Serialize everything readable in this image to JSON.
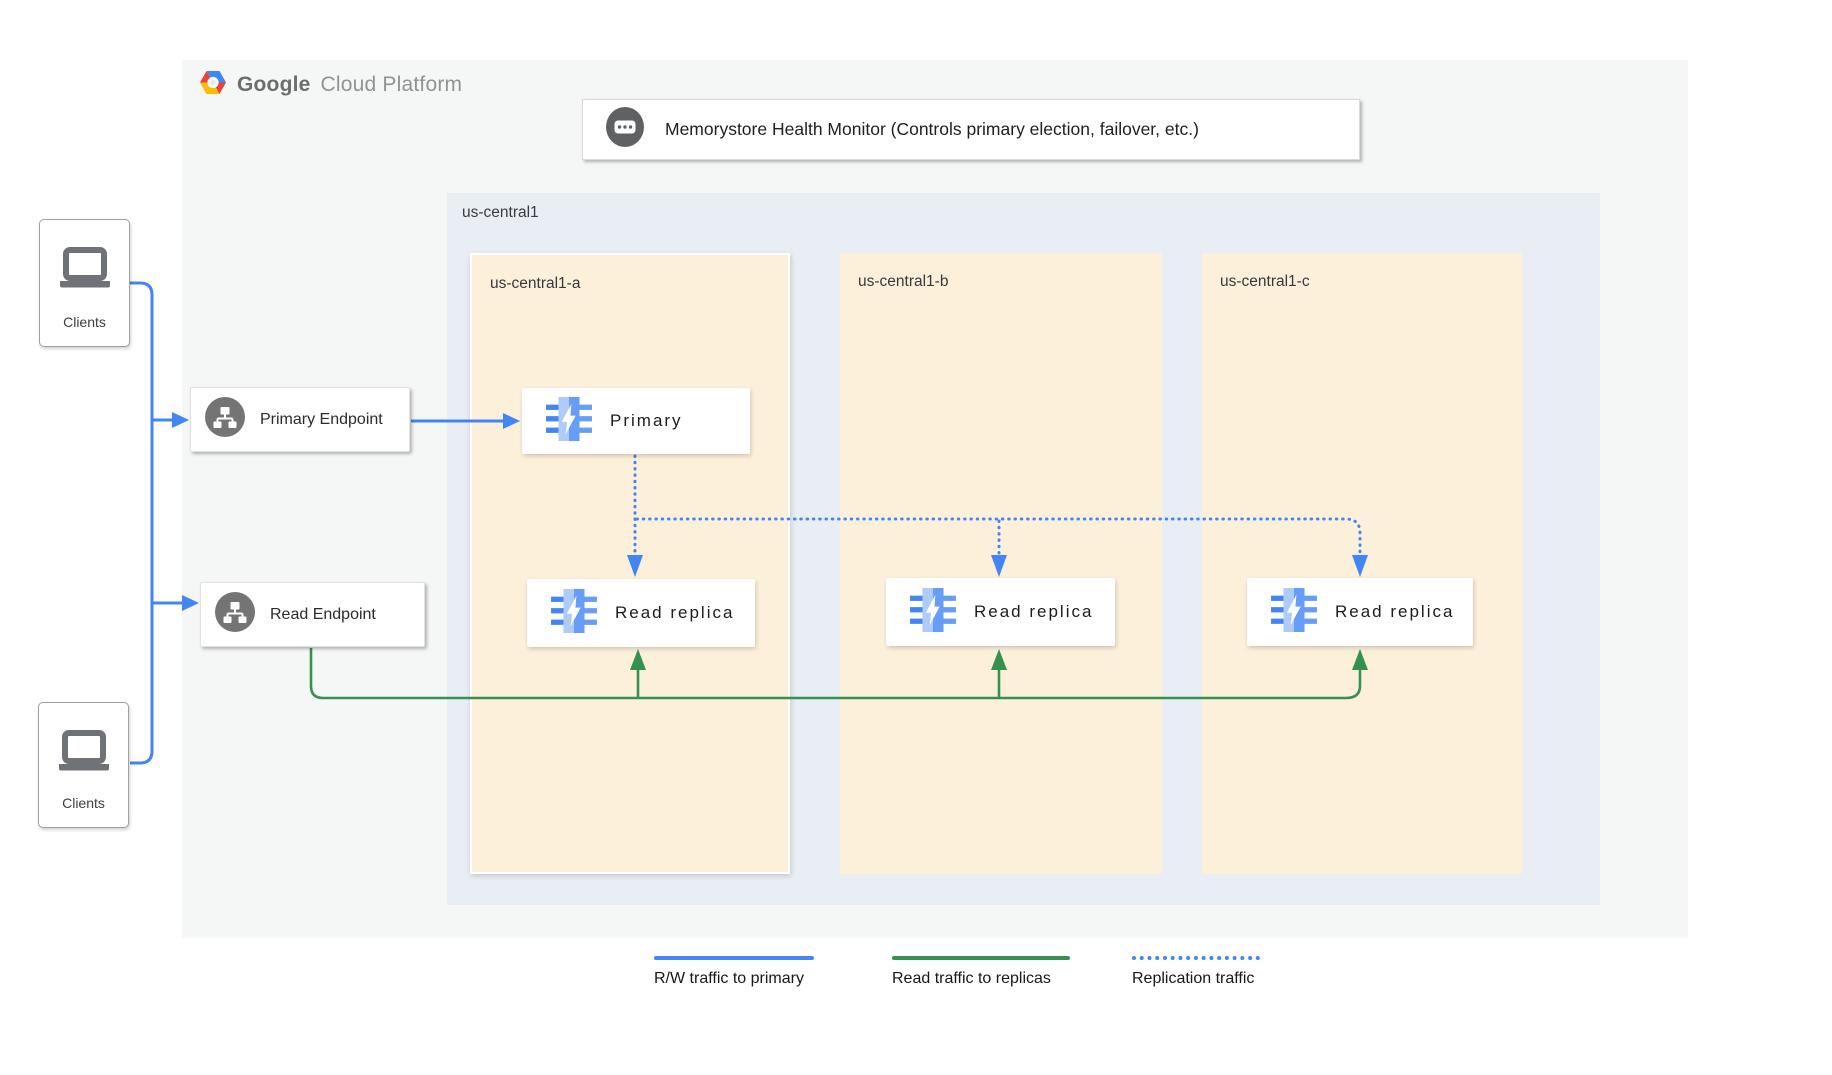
{
  "brand": {
    "bold": "Google",
    "light": "Cloud Platform",
    "icon": "gcp-hexagon-icon"
  },
  "health_monitor": {
    "label": "Memorystore Health Monitor (Controls primary election, failover, etc.)",
    "icon": "chat-dots-icon"
  },
  "clients": {
    "top": {
      "label": "Clients",
      "icon": "laptop-icon"
    },
    "bottom": {
      "label": "Clients",
      "icon": "laptop-icon"
    }
  },
  "endpoints": {
    "primary": {
      "label": "Primary Endpoint",
      "icon": "network-endpoint-icon"
    },
    "read": {
      "label": "Read Endpoint",
      "icon": "network-endpoint-icon"
    }
  },
  "region": {
    "label": "us-central1",
    "zones": [
      {
        "label": "us-central1-a",
        "nodes": [
          {
            "label": "Primary",
            "icon": "memorystore-icon"
          },
          {
            "label": "Read replica",
            "icon": "memorystore-icon"
          }
        ]
      },
      {
        "label": "us-central1-b",
        "nodes": [
          {
            "label": "Read replica",
            "icon": "memorystore-icon"
          }
        ]
      },
      {
        "label": "us-central1-c",
        "nodes": [
          {
            "label": "Read replica",
            "icon": "memorystore-icon"
          }
        ]
      }
    ]
  },
  "legend": {
    "items": [
      {
        "label": "R/W traffic to primary",
        "style": "solid",
        "color": "#4285f4"
      },
      {
        "label": "Read traffic to replicas",
        "style": "solid",
        "color": "#35914f"
      },
      {
        "label": "Replication traffic",
        "style": "dotted",
        "color": "#4285f4"
      }
    ]
  },
  "colors": {
    "panel_bg": "#f5f6f6",
    "region_bg": "#e9eef4",
    "zone_bg": "#fdf0da",
    "blue": "#4285f4",
    "green": "#35914f",
    "icon_gray": "#747474"
  }
}
